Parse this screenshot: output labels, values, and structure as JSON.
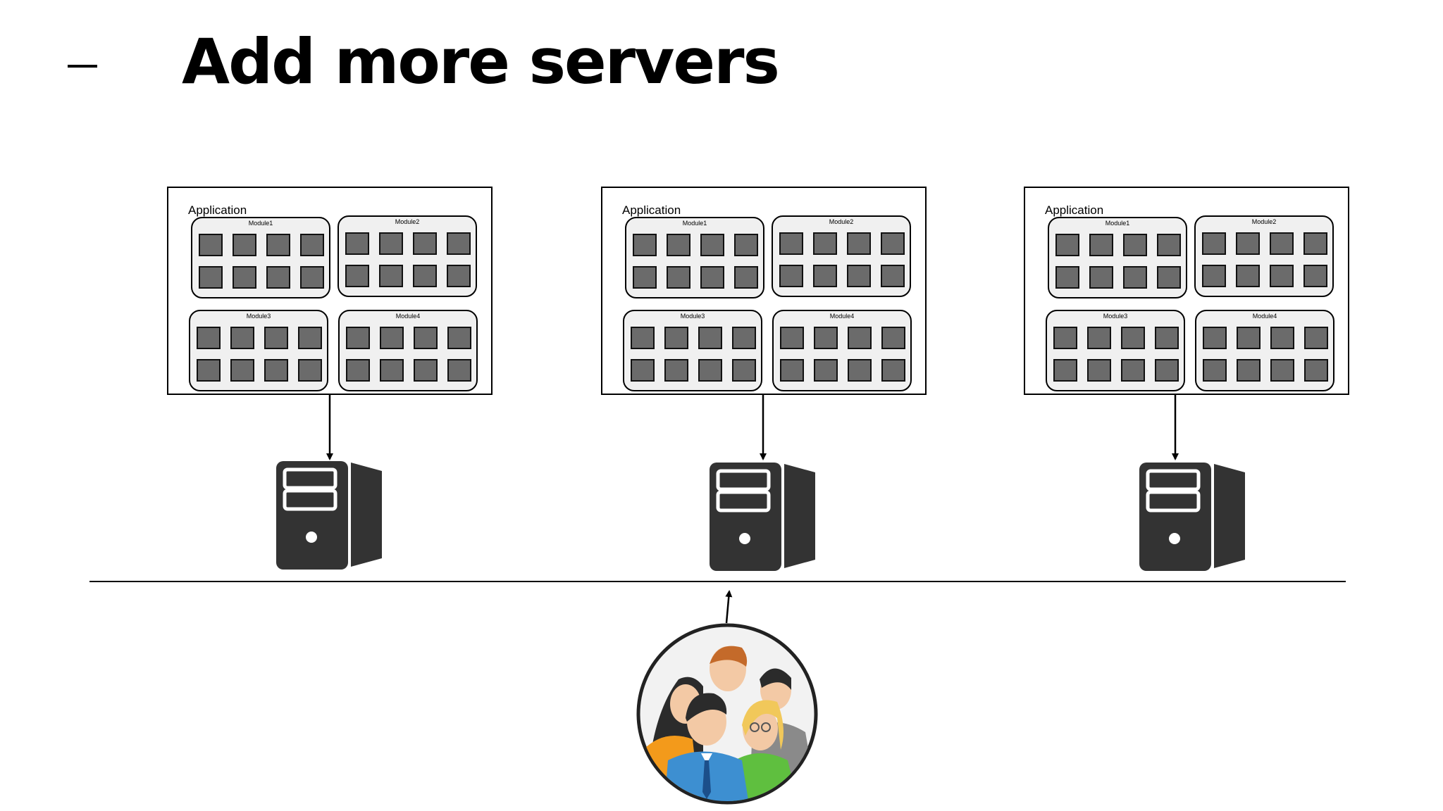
{
  "slide": {
    "title": "Add more servers"
  },
  "applications": [
    {
      "label": "Application",
      "modules": [
        "Module1",
        "Module2",
        "Module3",
        "Module4"
      ]
    },
    {
      "label": "Application",
      "modules": [
        "Module1",
        "Module2",
        "Module3",
        "Module4"
      ]
    },
    {
      "label": "Application",
      "modules": [
        "Module1",
        "Module2",
        "Module3",
        "Module4"
      ]
    }
  ],
  "icons": {
    "server": "server-icon",
    "users": "user-group-icon"
  },
  "colors": {
    "server": "#333333",
    "block": "#6b6b6b",
    "module_bg": "#f0f0f0"
  }
}
